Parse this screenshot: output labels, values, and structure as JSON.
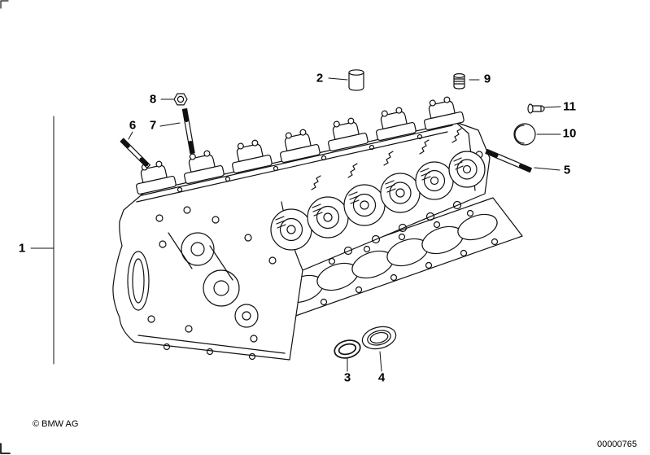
{
  "colors": {
    "line": "#111111",
    "background": "#ffffff"
  },
  "callouts": [
    {
      "label": "1"
    },
    {
      "label": "2"
    },
    {
      "label": "3"
    },
    {
      "label": "4"
    },
    {
      "label": "5"
    },
    {
      "label": "6"
    },
    {
      "label": "7"
    },
    {
      "label": "8"
    },
    {
      "label": "9"
    },
    {
      "label": "10"
    },
    {
      "label": "11"
    }
  ],
  "footer": {
    "copyright": "© BMW AG",
    "document_number": "00000765"
  }
}
